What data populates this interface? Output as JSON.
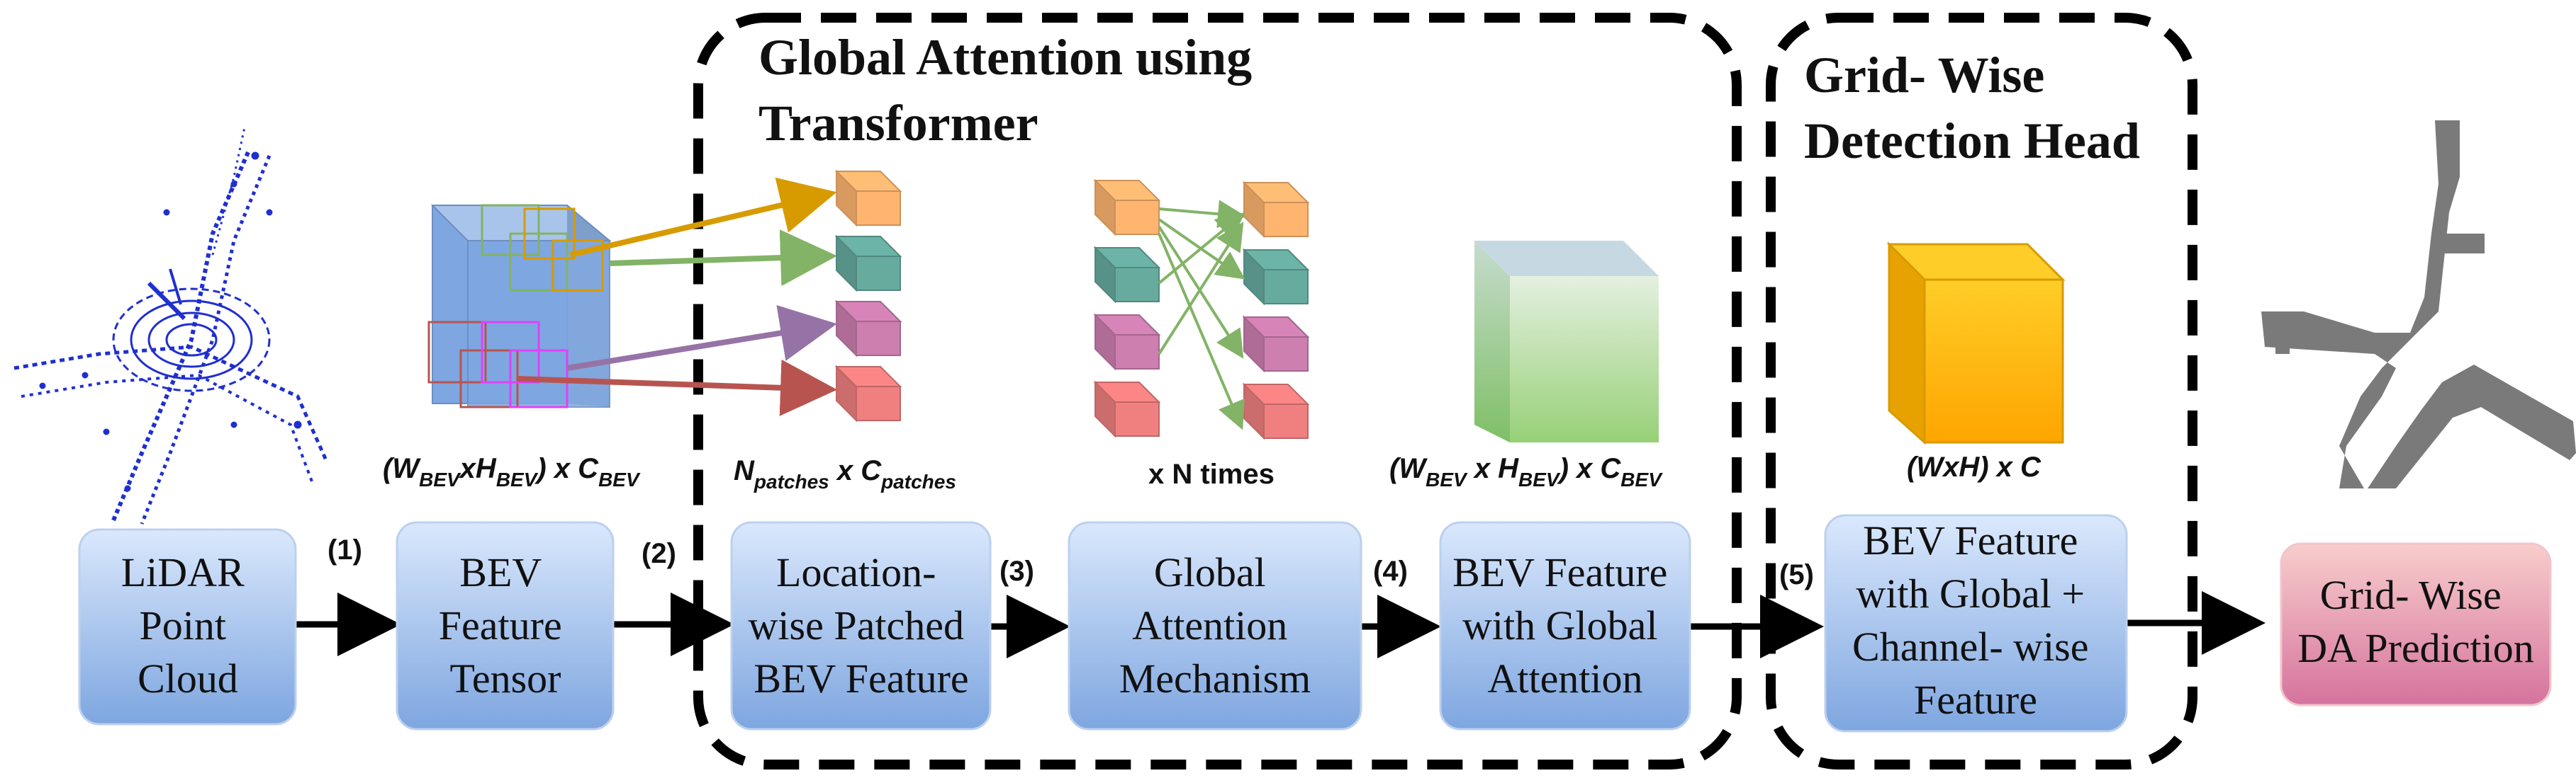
{
  "regions": {
    "global_attention_title": [
      "Global Attention using",
      "Transformer"
    ],
    "detection_head_title": [
      "Grid- Wise",
      "Detection Head"
    ]
  },
  "boxes": {
    "lidar": [
      "LiDAR",
      "Point",
      "Cloud"
    ],
    "bev_tensor": [
      "BEV",
      "Feature",
      "Tensor"
    ],
    "patched": [
      "Location-",
      "wise Patched",
      "BEV Feature"
    ],
    "mechanism": [
      "Global",
      "Attention",
      "Mechanism"
    ],
    "bev_global": [
      "BEV Feature",
      "with Global",
      "Attention"
    ],
    "bev_global_channel": [
      "BEV Feature",
      "with Global +",
      "Channel- wise",
      "Feature"
    ],
    "prediction": [
      "Grid- Wise",
      "DA Prediction"
    ]
  },
  "steps": [
    "(1)",
    "(2)",
    "(3)",
    "(4)",
    "(5)"
  ],
  "dims": {
    "bev_tensor": {
      "w": "W",
      "w_sub": "BEV",
      "x": "x",
      "h": "H",
      "h_sub": "BEV",
      "tail": ") x C",
      "c_sub": "BEV",
      "open": "("
    },
    "patches": {
      "n": "N",
      "n_sub": "patches",
      "mid": " x C",
      "c_sub": "patches"
    },
    "times": "x N times",
    "bev_global": {
      "open": "(",
      "w": "W",
      "w_sub": "BEV",
      "mid": " x H",
      "h_sub": "BEV",
      "tail": ") x C",
      "c_sub": "BEV"
    },
    "head": "(WxH) x C"
  },
  "colors": {
    "box_top": "#dae8fc",
    "box_bottom": "#7ea6e0",
    "pred_top": "#f8cecc",
    "pred_bottom": "#d5739d",
    "patch_orange": "#ffb570",
    "patch_green": "#67ab9f",
    "patch_pink": "#cd7fb0",
    "patch_red": "#f08080",
    "lidar_blue": "#1f2fd0",
    "road_gray": "#7a7a7a"
  }
}
